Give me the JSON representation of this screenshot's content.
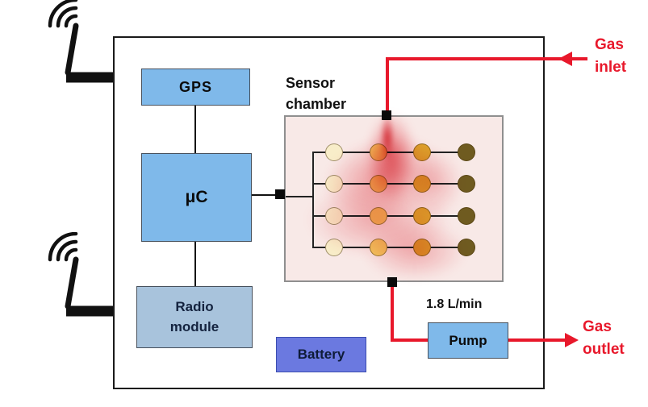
{
  "blocks": {
    "gps": {
      "label": "GPS",
      "fill": "#7FB9EA"
    },
    "microcontroller": {
      "label": "μC",
      "fill": "#7FB9EA"
    },
    "radio_module": {
      "label": "Radio module",
      "fill": "#A8C3DC",
      "text_color": "#14233F"
    },
    "battery": {
      "label": "Battery",
      "fill": "#6B79E0",
      "text_color": "#0E1B38"
    },
    "pump": {
      "label": "Pump",
      "fill": "#7FB9EA"
    }
  },
  "chamber": {
    "label": "Sensor chamber",
    "background": "#F8E9E7",
    "rows": 4,
    "cols": 4,
    "column_colors": [
      "#F8EDC9",
      "#F3CB60",
      "#DDA32B",
      "#6F5B20"
    ]
  },
  "flow": {
    "inlet_label": "Gas inlet",
    "outlet_label": "Gas outlet",
    "pump_rate": "1.8 L/min",
    "pipe_color": "#E8182B"
  }
}
